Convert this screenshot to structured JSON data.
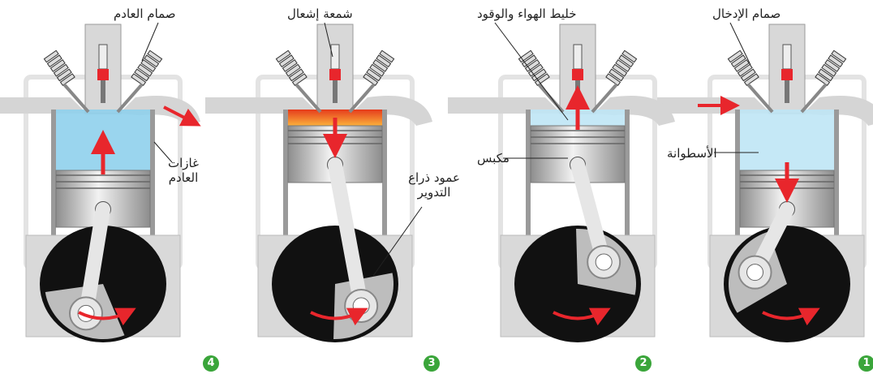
{
  "colors": {
    "accent_arrow": "#e8262c",
    "step_badge": "#3aa53a",
    "engine_metal": "#c8c8c8",
    "crankcase_black": "#111111",
    "air_fuel_mix": "#bfe6f5",
    "exhaust_gas": "#8fd0ec",
    "combustion": "#f26522"
  },
  "labels": {
    "intake_valve": "صمام الإدخال",
    "air_fuel_mixture": "خليط الهواء والوقود",
    "spark_plug": "شمعة إشعال",
    "exhaust_valve": "صمام العادم",
    "cylinder": "الأسطوانة",
    "piston": "مكبس",
    "connecting_rod": "عمود ذراع التدوير",
    "exhaust_gases": "غازات العادم"
  },
  "steps": [
    "1",
    "2",
    "3",
    "4"
  ]
}
